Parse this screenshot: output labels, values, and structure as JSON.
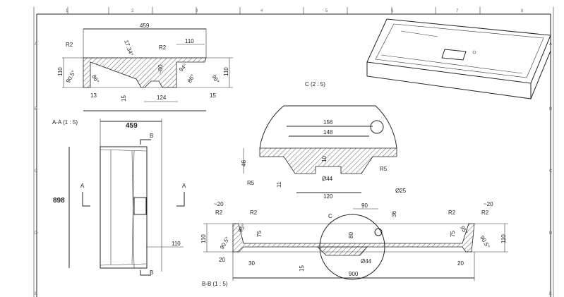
{
  "sheet": {
    "columns": [
      "1",
      "2",
      "3",
      "4",
      "5",
      "6",
      "7",
      "8"
    ],
    "rows": [
      "A",
      "B",
      "C",
      "D",
      "E"
    ]
  },
  "section_aa": {
    "label": "A-A  (1 : 5)",
    "dims": {
      "width": "459",
      "right_top": "110",
      "height_left": "110",
      "height_right": "110",
      "radius_left": "R2",
      "radius_right": "R2",
      "slope_angle": "17.34°",
      "depth": "~80",
      "angle_left_outer": "90.5°",
      "angle_left_inner": "86°",
      "angle_mid": "94°",
      "angle_right_inner": "86°",
      "angle_right_outer": "95°",
      "wall_left": "13",
      "floor": "15",
      "drain_width": "124",
      "wall_right": "15"
    }
  },
  "plan_view": {
    "width": "459",
    "length": "898",
    "edge": "110",
    "section_marker_a": "A",
    "section_marker_b": "B"
  },
  "detail_c": {
    "label": "C  (2 : 5)",
    "dims": {
      "outer": "156",
      "inner": "148",
      "thickness": "10",
      "height": "46",
      "radius_left": "R5",
      "radius_right": "R5",
      "offset": "11",
      "drain_dia": "Ø44",
      "base": "120"
    }
  },
  "section_bb": {
    "label": "B-B  (1 : 5)",
    "detail_marker": "C",
    "dims": {
      "overflow_dia": "Ø25",
      "overflow_x": "90",
      "overflow_y": "36",
      "depth_center": "80",
      "lip_left": "~20",
      "lip_right": "~20",
      "radius_1": "R2",
      "radius_2": "R2",
      "radius_3": "R2",
      "radius_4": "R2",
      "height_left": "110",
      "height_right": "110",
      "inner_left": "75",
      "inner_right": "75",
      "angle_left_top": "95°",
      "angle_left_bottom": "90.5°",
      "angle_right_top": "95°",
      "angle_right_bottom": "90.5°",
      "wall_left": "20",
      "wall_right": "20",
      "rib": "30",
      "floor": "15",
      "drain_dia": "Ø44",
      "length": "900"
    }
  }
}
